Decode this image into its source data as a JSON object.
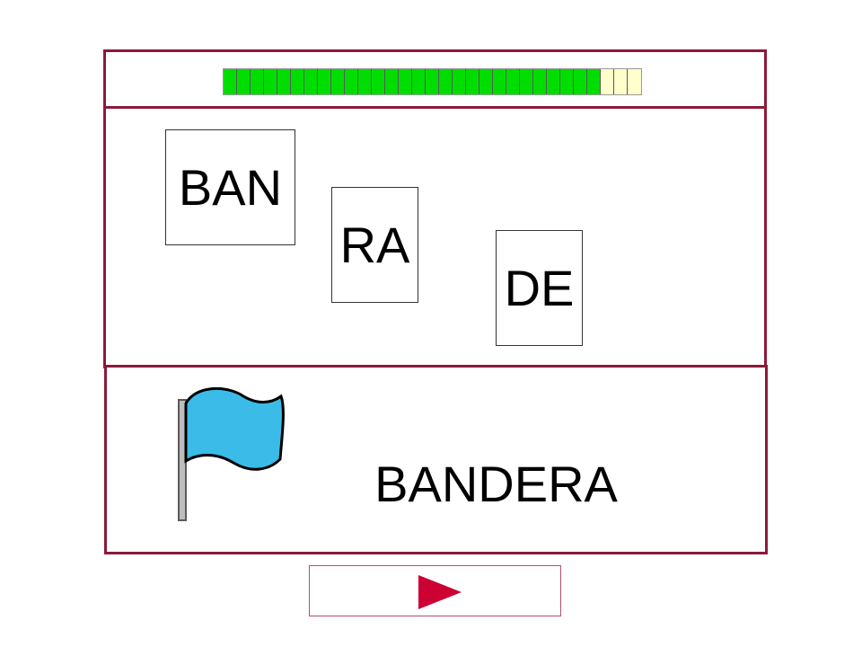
{
  "progress": {
    "total_segments": 31,
    "completed_segments": 28,
    "completed_color": "#00dd00",
    "remaining_color": "#ffffcc"
  },
  "syllables": [
    "BAN",
    "RA",
    "DE"
  ],
  "picture": {
    "icon": "flag-icon",
    "flag_color": "#3bbbe8"
  },
  "word": "BANDERA",
  "next_button": {
    "icon": "play-icon",
    "icon_color": "#cc0033"
  },
  "colors": {
    "frame": "#8b1a3a"
  }
}
